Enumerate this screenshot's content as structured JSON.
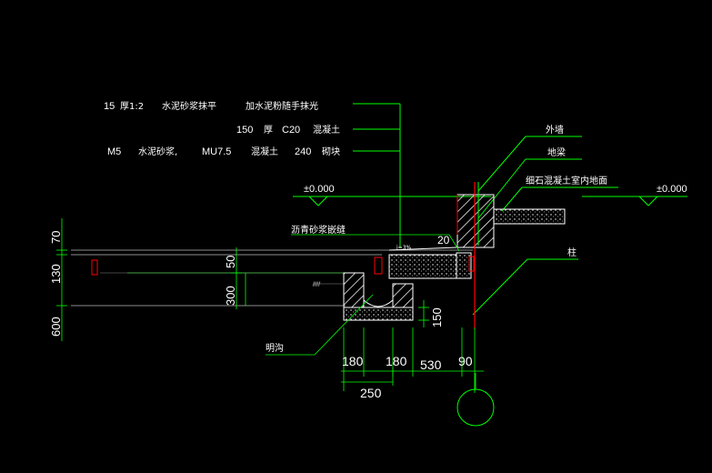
{
  "notes": {
    "line1_a": "15",
    "line1_b": "厚1:2",
    "line1_c": "水泥砂浆抹平",
    "line1_d": "加水泥粉随手抹光",
    "line2_a": "150",
    "line2_b": "厚",
    "line2_c": "C20",
    "line2_d": "混凝土",
    "line3_a": "M5",
    "line3_b": "水泥砂浆,",
    "line3_c": "MU7.5",
    "line3_d": "混凝土",
    "line3_e": "240",
    "line3_f": "砌块"
  },
  "labels": {
    "outer_wall": "外墙",
    "ground_beam": "地梁",
    "floor_label": "细石混凝土室内地面",
    "column": "柱",
    "asphalt_joint": "沥青砂浆嵌缝",
    "drain": "明沟",
    "level_left": "±0.000",
    "level_right": "±0.000",
    "slope": "i=3%"
  },
  "dims": {
    "v70": "70",
    "v130": "130",
    "v600": "600",
    "v50": "50",
    "v300": "300",
    "v150": "150",
    "d20": "20",
    "h180a": "180",
    "h180b": "180",
    "h530": "530",
    "h90": "90",
    "h250": "250"
  },
  "colors": {
    "background": "#000000",
    "green": "#00ff00",
    "white": "#ffffff",
    "red": "#ff0000",
    "cyan": "#00ffff",
    "yellow": "#ffff00"
  }
}
